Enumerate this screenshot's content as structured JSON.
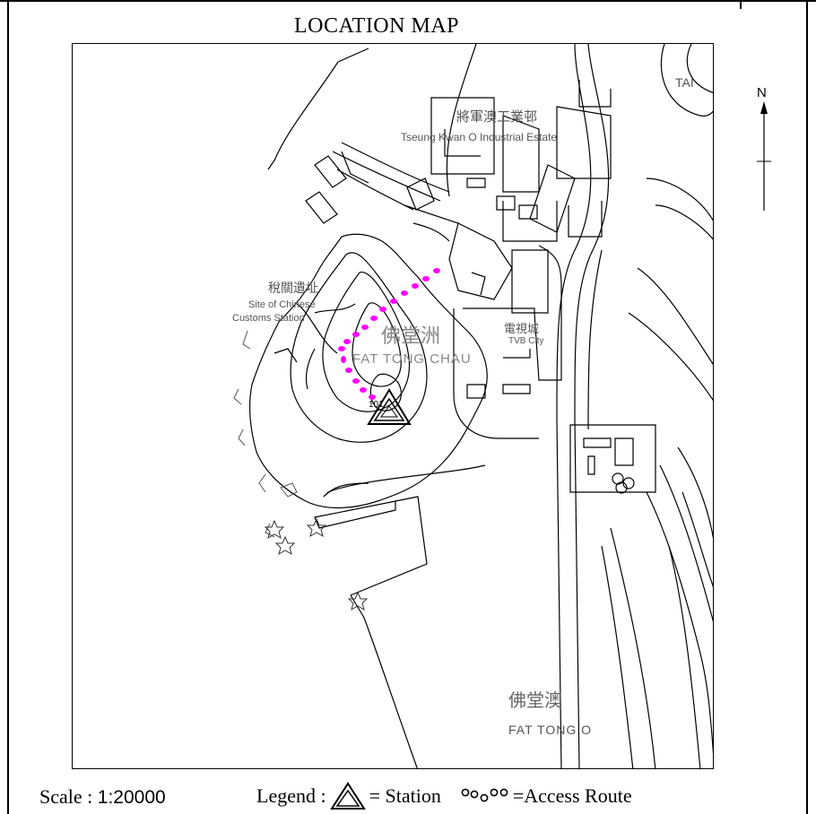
{
  "title": "LOCATION MAP",
  "north_label": "N",
  "map_labels": {
    "industrial_cn": "將軍澳工業邨",
    "industrial_en": "Tseung Kwan O Industrial Estate",
    "tai": "TAI",
    "customs_cn": "稅關遺址",
    "customs_en1": "Site of Chinese",
    "customs_en2": "Customs Station",
    "island_cn": "佛堂洲",
    "island_en": "FAT TONG CHAU",
    "city_cn": "電視城",
    "city_en": "TVB City",
    "height": "101",
    "bay_cn": "佛堂澳",
    "bay_en": "FAT TONG O"
  },
  "footer": {
    "scale_label": "Scale :",
    "scale_value": "1:20000",
    "legend_label": "Legend :",
    "station_text": "= Station",
    "route_text": "=Access Route"
  },
  "colors": {
    "route": "#ff00ff",
    "ink": "#000000",
    "label_gray": "#555555"
  }
}
